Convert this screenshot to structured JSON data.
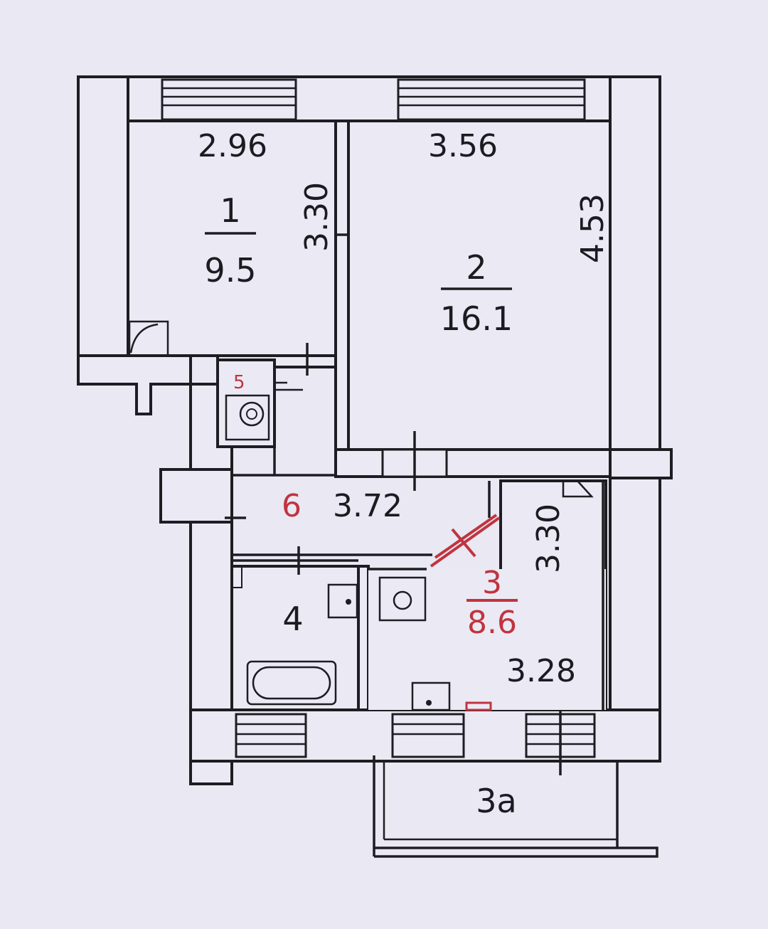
{
  "colors": {
    "background": "#e9e8f3",
    "ink": "#1d1d22",
    "accent_red": "#c0343f"
  },
  "rooms": {
    "r1": {
      "number": "1",
      "area": "9.5",
      "width": "2.96",
      "length": "3.30"
    },
    "r2": {
      "number": "2",
      "area": "16.1",
      "width": "3.56",
      "length": "4.53"
    },
    "r3": {
      "number": "3",
      "area": "8.6",
      "width": "3.28",
      "length": "3.30"
    },
    "r3a": {
      "number": "3а"
    },
    "r4": {
      "number": "4"
    },
    "r5": {
      "number": "5"
    },
    "r6": {
      "number": "6",
      "length": "3.72"
    }
  }
}
